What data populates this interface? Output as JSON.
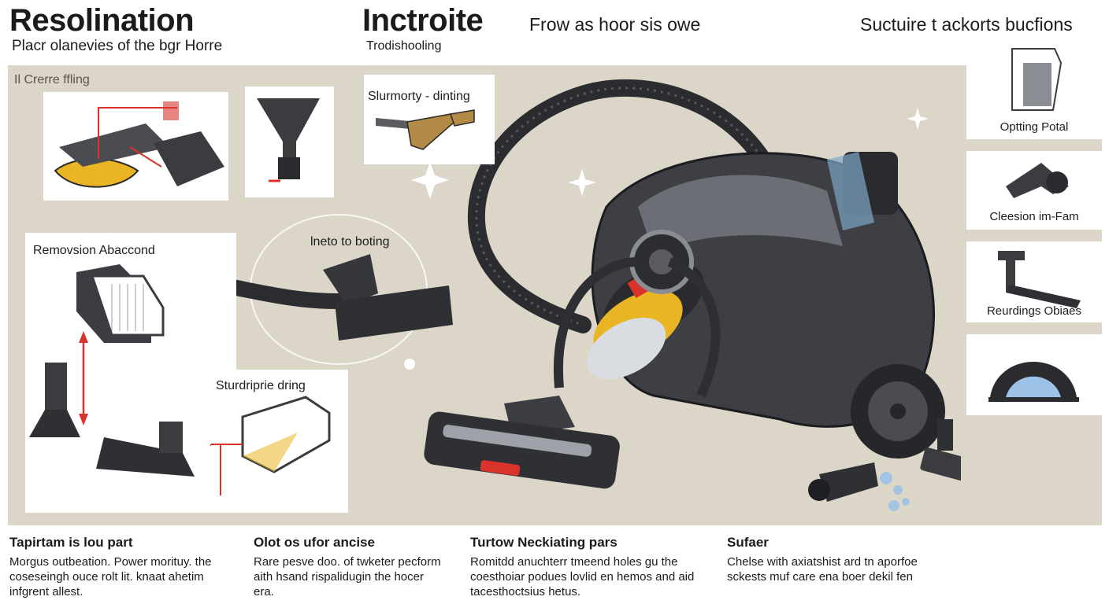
{
  "header": {
    "left_title": "Resolination",
    "left_subtitle": "Placr olanevies of the bgr Horre",
    "center_title": "Inctroite",
    "center_tagline": "Frow as hoor sis owe",
    "center_subtitle": "Trodishooling",
    "right_title": "Suctuire t ackorts bucfions"
  },
  "panel": {
    "section_label": "Il Crerre ffling"
  },
  "callouts": {
    "summary_drying": "Slurmorty - dinting",
    "inlet_label": "lneto to boting",
    "removal_label": "Removsion Abaccond",
    "stand_label": "Sturdriprie dring"
  },
  "right_cards": [
    {
      "label": "Optting Potal"
    },
    {
      "label": "Cleesion im-Fam"
    },
    {
      "label": "Reurdings Obiaes"
    },
    {
      "label": ""
    }
  ],
  "footer": [
    {
      "title": "Tapirtam is lou part",
      "lines": [
        "Morgus outbeation. Power morituy. the",
        "coseseingh ouce rolt lit. knaat ahetim",
        "infgrent allest."
      ]
    },
    {
      "title": "Olot os ufor ancise",
      "lines": [
        "Rare pesve doo. of twketer pecform",
        "aith hsand rispalidugin the hocer",
        "era."
      ]
    },
    {
      "title": "Turtow Neckiating pars",
      "lines": [
        "Romitdd anuchterr tmeend holes gu the",
        "coesthoiar podues lovlid en hemos and aid",
        "tacesthoctsius hetus."
      ]
    },
    {
      "title": "Sufaer",
      "lines": [
        "Chelse with axiatshist ard tn aporfoe",
        "sckests muf care ena boer dekil fen"
      ]
    }
  ],
  "colors": {
    "panel_bg": "#dcd6c9",
    "accent_red": "#d9332b",
    "accent_yellow": "#e9b524",
    "body_dark": "#3a3c40"
  }
}
